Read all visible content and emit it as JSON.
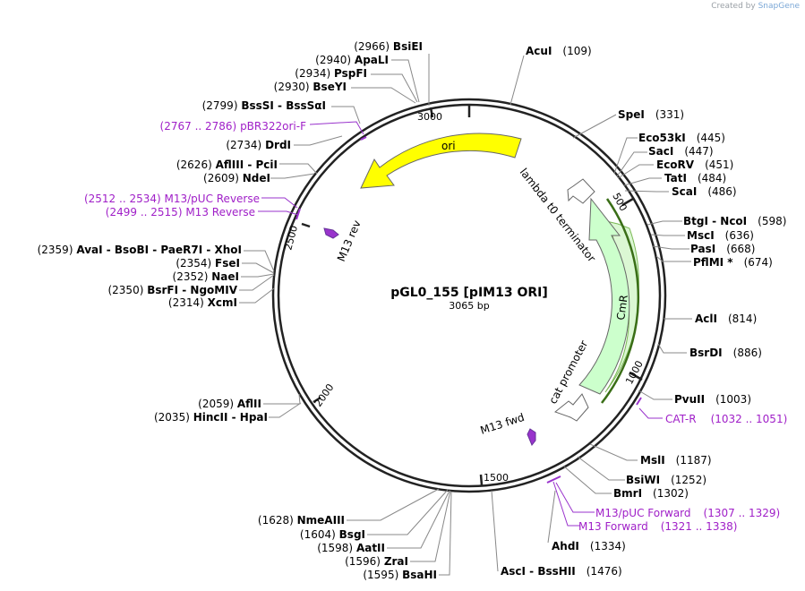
{
  "credit": {
    "prefix": "Created by",
    "brand": "SnapGene"
  },
  "title": "pGL0_155 [pIM13 ORI]",
  "length_label": "3065 bp",
  "ticks": [
    "500",
    "1000",
    "1500",
    "2000",
    "2500",
    "3000"
  ],
  "features": [
    {
      "id": "ori",
      "label": "ori",
      "color": "#ffff00"
    },
    {
      "id": "cmr",
      "label": "CmR",
      "color": "#ccffcc"
    },
    {
      "id": "terminator",
      "label": "lambda t0 terminator",
      "color": "#ffffff"
    },
    {
      "id": "catpromoter",
      "label": "cat promoter",
      "color": "#ffffff"
    },
    {
      "id": "m13rev",
      "label": "M13 rev",
      "color": "#9933cc"
    },
    {
      "id": "m13fwd",
      "label": "M13 fwd",
      "color": "#9933cc"
    }
  ],
  "sites": [
    {
      "name": "BsiEI",
      "pos": "(2966)"
    },
    {
      "name": "ApaLI",
      "pos": "(2940)"
    },
    {
      "name": "PspFI",
      "pos": "(2934)"
    },
    {
      "name": "BseYI",
      "pos": "(2930)"
    },
    {
      "name": "BssSI - BssSαI",
      "pos": "(2799)"
    },
    {
      "name": "DrdI",
      "pos": "(2734)"
    },
    {
      "name": "AflIII - PciI",
      "pos": "(2626)"
    },
    {
      "name": "NdeI",
      "pos": "(2609)"
    },
    {
      "name": "AvaI - BsoBI - PaeR7I - XhoI",
      "pos": "(2359)"
    },
    {
      "name": "FseI",
      "pos": "(2354)"
    },
    {
      "name": "NaeI",
      "pos": "(2352)"
    },
    {
      "name": "BsrFI - NgoMIV",
      "pos": "(2350)"
    },
    {
      "name": "XcmI",
      "pos": "(2314)"
    },
    {
      "name": "AflII",
      "pos": "(2059)"
    },
    {
      "name": "HincII - HpaI",
      "pos": "(2035)"
    },
    {
      "name": "NmeAIII",
      "pos": "(1628)"
    },
    {
      "name": "BsgI",
      "pos": "(1604)"
    },
    {
      "name": "AatII",
      "pos": "(1598)"
    },
    {
      "name": "ZraI",
      "pos": "(1596)"
    },
    {
      "name": "BsaHI",
      "pos": "(1595)"
    },
    {
      "name": "AcuI",
      "pos": "(109)"
    },
    {
      "name": "SpeI",
      "pos": "(331)"
    },
    {
      "name": "Eco53kI",
      "pos": "(445)"
    },
    {
      "name": "SacI",
      "pos": "(447)"
    },
    {
      "name": "EcoRV",
      "pos": "(451)"
    },
    {
      "name": "TatI",
      "pos": "(484)"
    },
    {
      "name": "ScaI",
      "pos": "(486)"
    },
    {
      "name": "BtgI - NcoI",
      "pos": "(598)"
    },
    {
      "name": "MscI",
      "pos": "(636)"
    },
    {
      "name": "PasI",
      "pos": "(668)"
    },
    {
      "name": "PflMI *",
      "pos": "(674)"
    },
    {
      "name": "AclI",
      "pos": "(814)"
    },
    {
      "name": "BsrDI",
      "pos": "(886)"
    },
    {
      "name": "PvuII",
      "pos": "(1003)"
    },
    {
      "name": "MslI",
      "pos": "(1187)"
    },
    {
      "name": "BsiWI",
      "pos": "(1252)"
    },
    {
      "name": "BmrI",
      "pos": "(1302)"
    },
    {
      "name": "AhdI",
      "pos": "(1334)"
    },
    {
      "name": "AscI - BssHII",
      "pos": "(1476)"
    }
  ],
  "primers": [
    {
      "name": "pBR322ori-F",
      "range": "(2767 .. 2786)"
    },
    {
      "name": "M13/pUC Reverse",
      "range": "(2512 .. 2534)"
    },
    {
      "name": "M13 Reverse",
      "range": "(2499 .. 2515)"
    },
    {
      "name": "CAT-R",
      "range": "(1032 .. 1051)"
    },
    {
      "name": "M13/pUC Forward",
      "range": "(1307 .. 1329)"
    },
    {
      "name": "M13 Forward",
      "range": "(1321 .. 1338)"
    }
  ]
}
